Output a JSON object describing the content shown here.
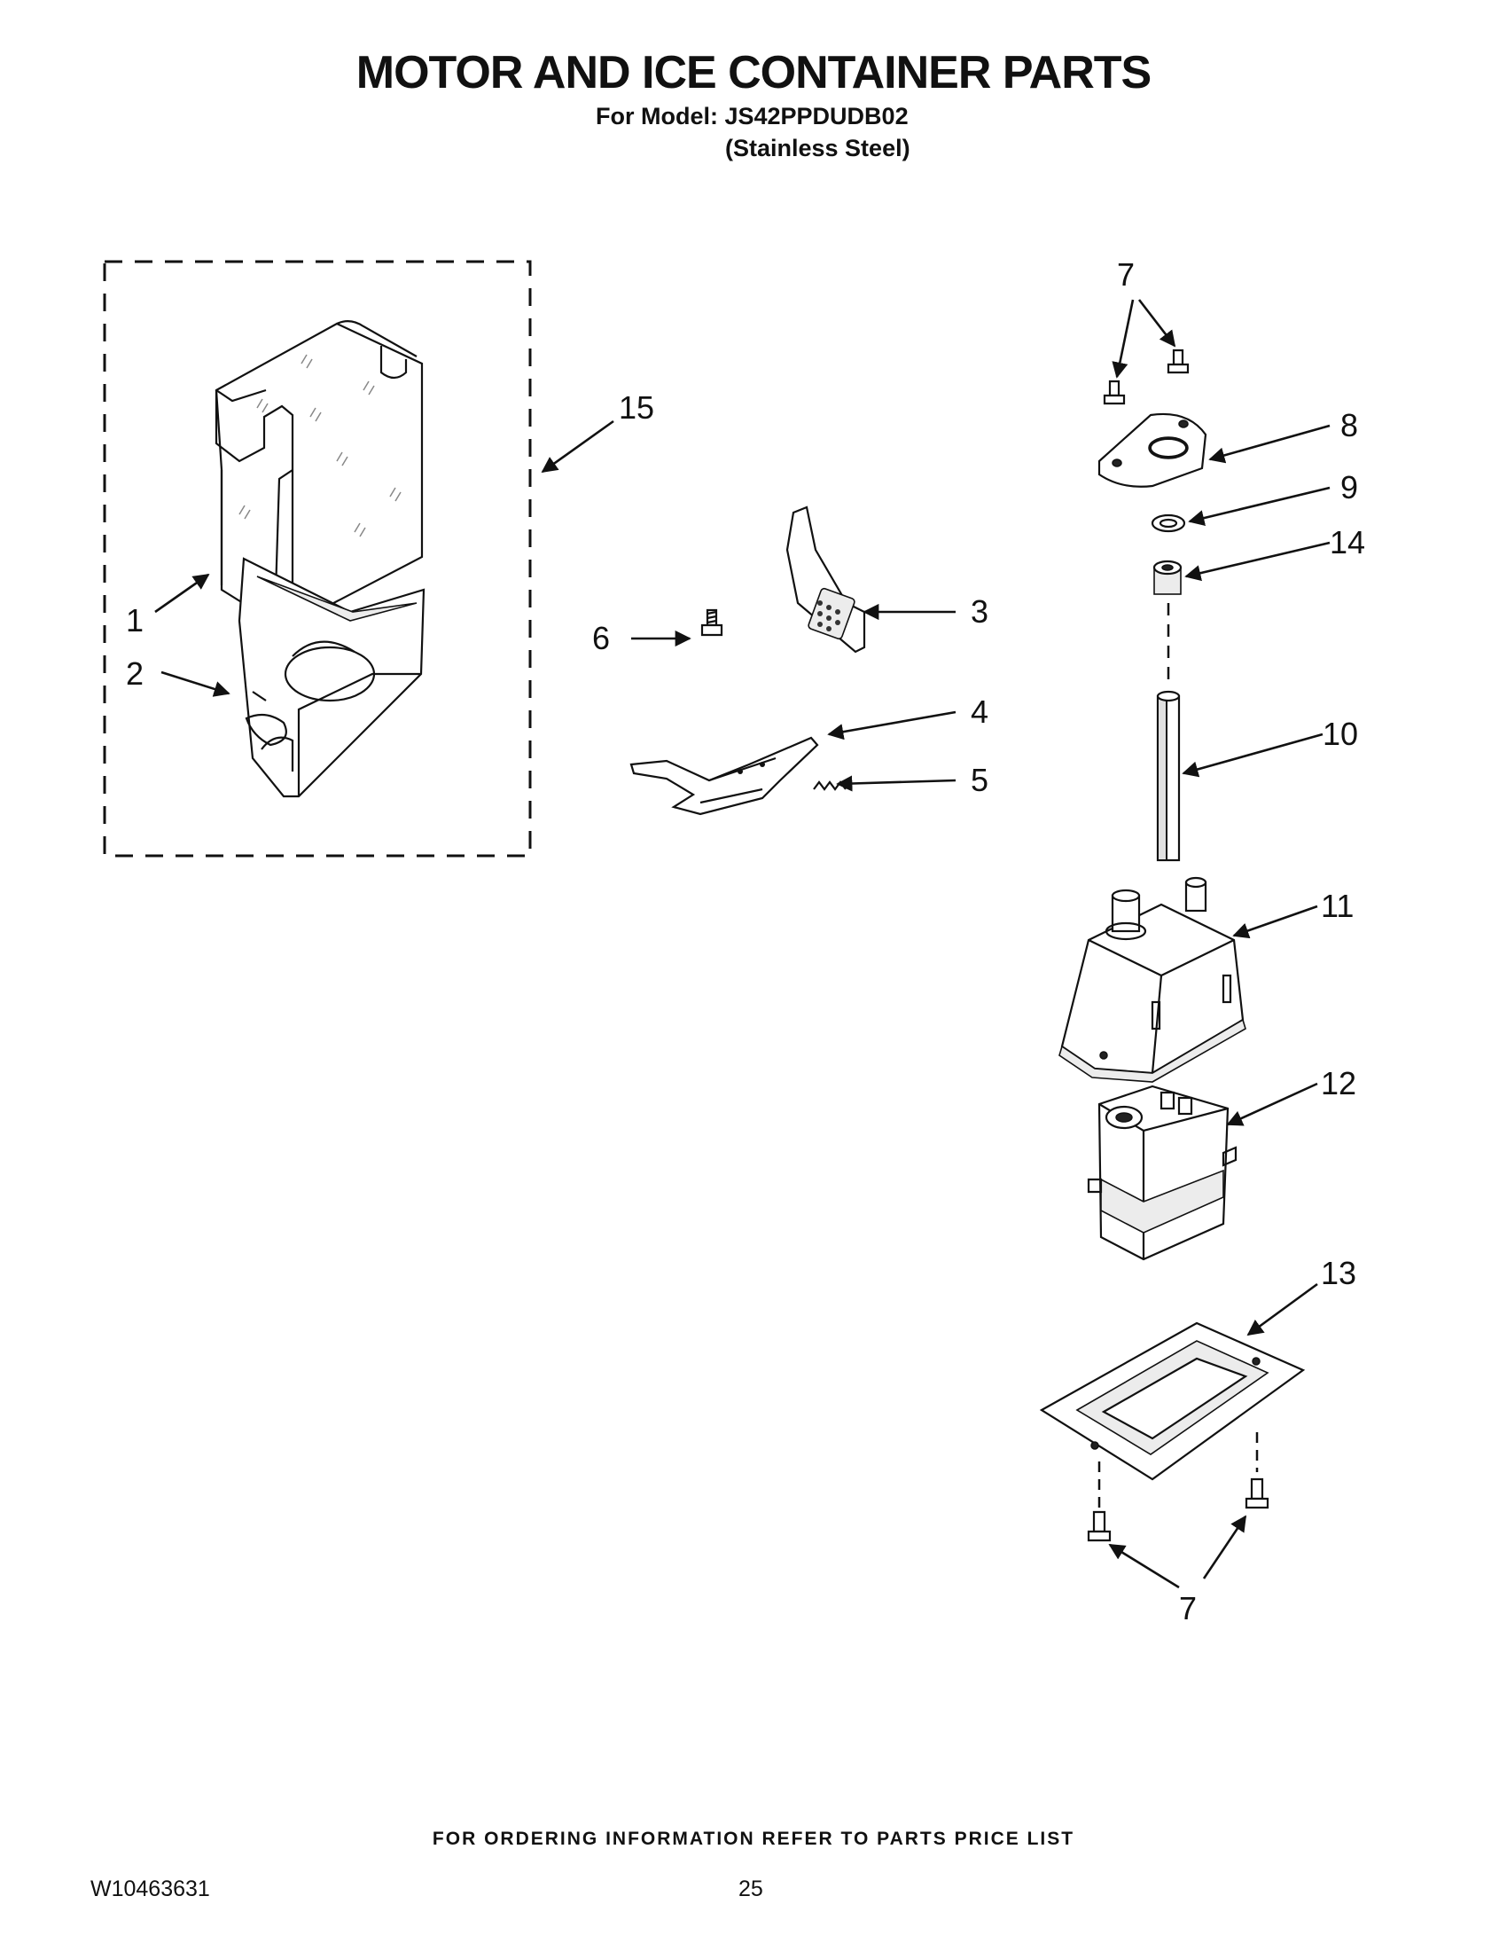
{
  "header": {
    "title": "MOTOR AND ICE CONTAINER PARTS",
    "model_line": "For Model: JS42PPDUDB02",
    "finish": "(Stainless Steel)"
  },
  "callouts": {
    "c1": "1",
    "c2": "2",
    "c3": "3",
    "c4": "4",
    "c5": "5",
    "c6": "6",
    "c7_top": "7",
    "c7_bottom": "7",
    "c8": "8",
    "c9": "9",
    "c10": "10",
    "c11": "11",
    "c12": "12",
    "c13": "13",
    "c14": "14",
    "c15": "15"
  },
  "footer": {
    "ordering_note": "FOR ORDERING INFORMATION REFER TO PARTS PRICE LIST",
    "document_number": "W10463631",
    "page_number": "25"
  }
}
